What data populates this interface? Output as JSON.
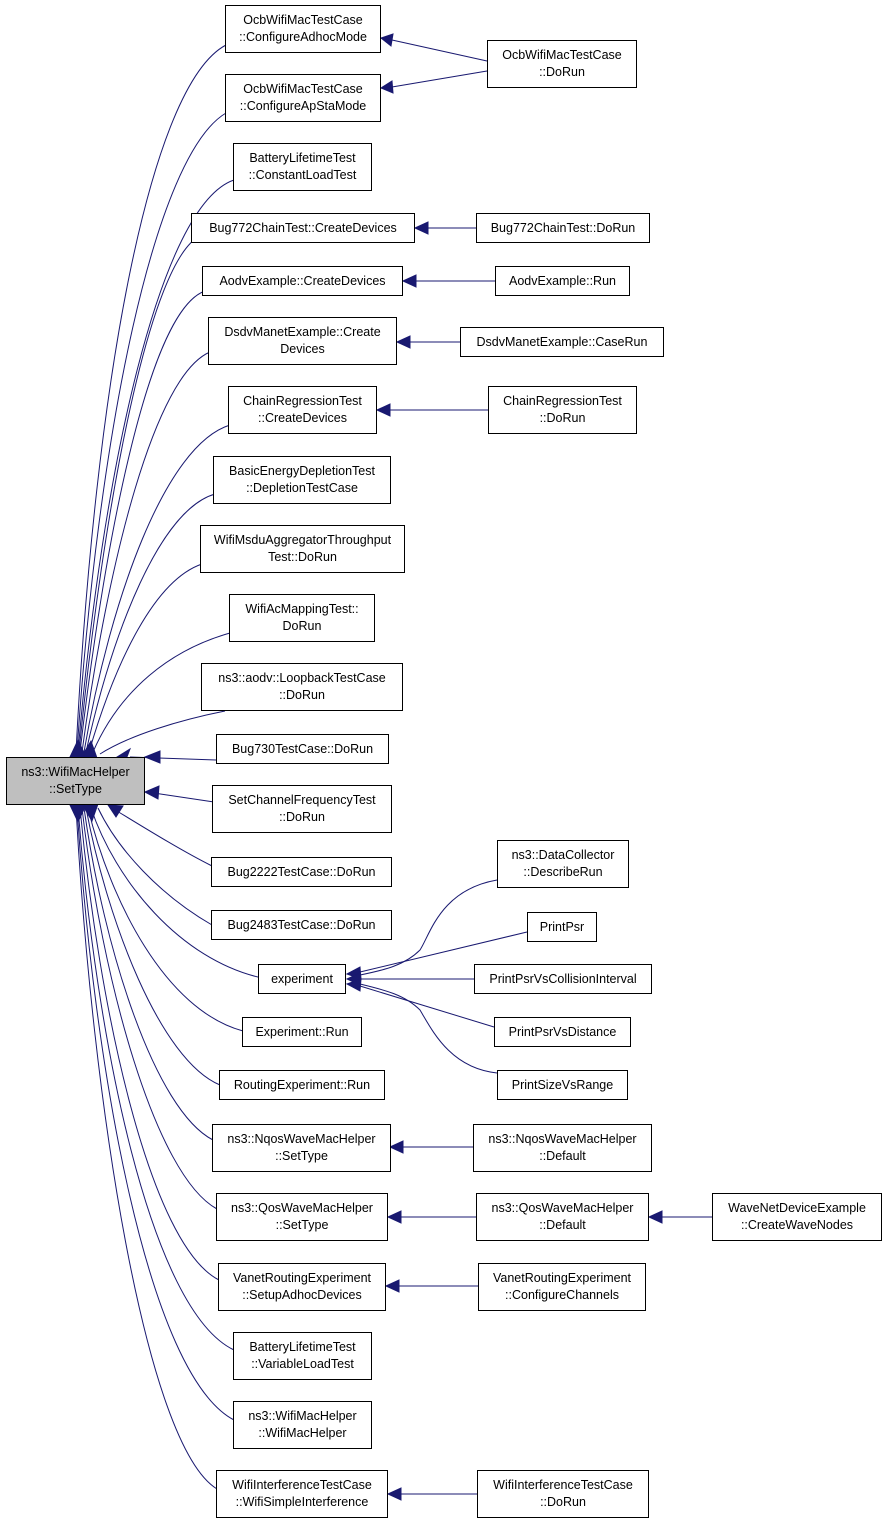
{
  "colors": {
    "edge": "#191970",
    "root_fill": "#bfbfbf",
    "node_fill": "#ffffff",
    "border": "#000000"
  },
  "nodes": {
    "root": {
      "l1": "ns3::WifiMacHelper",
      "l2": "::SetType"
    },
    "ocb_adhoc": {
      "l1": "OcbWifiMacTestCase",
      "l2": "::ConfigureAdhocMode"
    },
    "ocb_apsta": {
      "l1": "OcbWifiMacTestCase",
      "l2": "::ConfigureApStaMode"
    },
    "ocb_dorun": {
      "l1": "OcbWifiMacTestCase",
      "l2": "::DoRun"
    },
    "battery_const": {
      "l1": "BatteryLifetimeTest",
      "l2": "::ConstantLoadTest"
    },
    "bug772_create": {
      "l1": "Bug772ChainTest::CreateDevices"
    },
    "bug772_dorun": {
      "l1": "Bug772ChainTest::DoRun"
    },
    "aodv_create": {
      "l1": "AodvExample::CreateDevices"
    },
    "aodv_run": {
      "l1": "AodvExample::Run"
    },
    "dsdv_create": {
      "l1": "DsdvManetExample::Create",
      "l2": "Devices"
    },
    "dsdv_caserun": {
      "l1": "DsdvManetExample::CaseRun"
    },
    "chain_create": {
      "l1": "ChainRegressionTest",
      "l2": "::CreateDevices"
    },
    "chain_dorun": {
      "l1": "ChainRegressionTest",
      "l2": "::DoRun"
    },
    "basic_energy": {
      "l1": "BasicEnergyDepletionTest",
      "l2": "::DepletionTestCase"
    },
    "msdu": {
      "l1": "WifiMsduAggregatorThroughput",
      "l2": "Test::DoRun"
    },
    "acmap": {
      "l1": "WifiAcMappingTest::",
      "l2": "DoRun"
    },
    "aodv_loopback": {
      "l1": "ns3::aodv::LoopbackTestCase",
      "l2": "::DoRun"
    },
    "bug730": {
      "l1": "Bug730TestCase::DoRun"
    },
    "setchan": {
      "l1": "SetChannelFrequencyTest",
      "l2": "::DoRun"
    },
    "bug2222": {
      "l1": "Bug2222TestCase::DoRun"
    },
    "bug2483": {
      "l1": "Bug2483TestCase::DoRun"
    },
    "experiment": {
      "l1": "experiment"
    },
    "experiment_run": {
      "l1": "Experiment::Run"
    },
    "routing_run": {
      "l1": "RoutingExperiment::Run"
    },
    "nqos_settype": {
      "l1": "ns3::NqosWaveMacHelper",
      "l2": "::SetType"
    },
    "nqos_default": {
      "l1": "ns3::NqosWaveMacHelper",
      "l2": "::Default"
    },
    "qos_settype": {
      "l1": "ns3::QosWaveMacHelper",
      "l2": "::SetType"
    },
    "qos_default": {
      "l1": "ns3::QosWaveMacHelper",
      "l2": "::Default"
    },
    "wave_create": {
      "l1": "WaveNetDeviceExample",
      "l2": "::CreateWaveNodes"
    },
    "vanet_setup": {
      "l1": "VanetRoutingExperiment",
      "l2": "::SetupAdhocDevices"
    },
    "vanet_config": {
      "l1": "VanetRoutingExperiment",
      "l2": "::ConfigureChannels"
    },
    "battery_var": {
      "l1": "BatteryLifetimeTest",
      "l2": "::VariableLoadTest"
    },
    "wifimachelper_ctor": {
      "l1": "ns3::WifiMacHelper",
      "l2": "::WifiMacHelper"
    },
    "wifiint_simple": {
      "l1": "WifiInterferenceTestCase",
      "l2": "::WifiSimpleInterference"
    },
    "wifiint_dorun": {
      "l1": "WifiInterferenceTestCase",
      "l2": "::DoRun"
    },
    "datacollector": {
      "l1": "ns3::DataCollector",
      "l2": "::DescribeRun"
    },
    "printpsr": {
      "l1": "PrintPsr"
    },
    "printpsr_coll": {
      "l1": "PrintPsrVsCollisionInterval"
    },
    "printpsr_dist": {
      "l1": "PrintPsrVsDistance"
    },
    "printsize": {
      "l1": "PrintSizeVsRange"
    }
  }
}
